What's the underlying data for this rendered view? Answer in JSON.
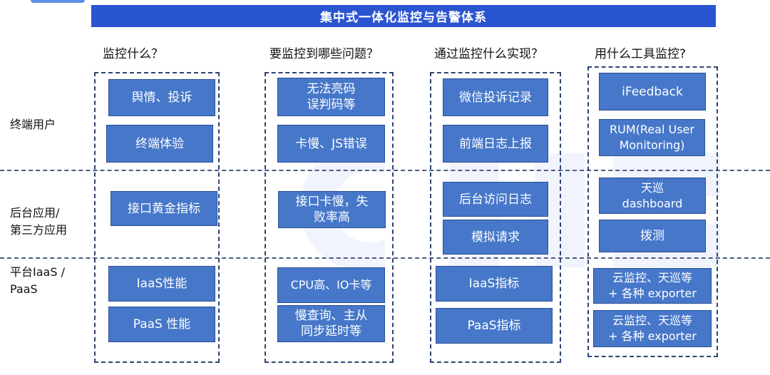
{
  "title": "集中式一体化监控与告警体系",
  "columns": {
    "what": "监控什么？",
    "problems": "要监控到哪些问题？",
    "how": "通过监控什么实现？",
    "tools": "用什么工具监控?"
  },
  "rows": {
    "terminal": "终端用户",
    "backend": "后台应用/\n第三方应用",
    "platform": "平台IaaS /\nPaaS"
  },
  "cells": {
    "what_terminal_1": "舆情、投诉",
    "what_terminal_2": "终端体验",
    "what_backend_1": "接口黄金指标",
    "what_platform_1": "IaaS性能",
    "what_platform_2": "PaaS 性能",
    "problems_terminal_1": "无法亮码\n误判码等",
    "problems_terminal_2": "卡慢、JS错误",
    "problems_backend_1": "接口卡慢，失\n败率高",
    "problems_platform_1": "CPU高、IO卡等",
    "problems_platform_2": "慢查询、主从\n同步延时等",
    "how_terminal_1": "微信投诉记录",
    "how_terminal_2": "前端日志上报",
    "how_backend_1": "后台访问日志",
    "how_backend_2": "模拟请求",
    "how_platform_1": "IaaS指标",
    "how_platform_2": "PaaS指标",
    "tools_terminal_1": "iFeedback",
    "tools_terminal_2": "RUM(Real User\nMonitoring)",
    "tools_backend_1": "天巡\ndashboard",
    "tools_backend_2": "拨测",
    "tools_platform_1": "云监控、天巡等\n+ 各种 exporter",
    "tools_platform_2": "云监控、天巡等\n+ 各种 exporter"
  },
  "colors": {
    "title_bg": "#2a55d0",
    "box_bg": "#4677c9",
    "dash": "#2f4373"
  }
}
